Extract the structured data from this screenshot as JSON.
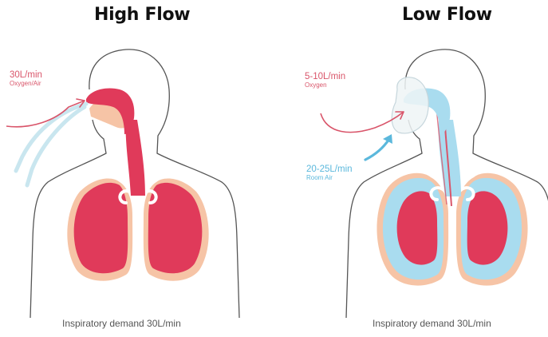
{
  "high_flow": {
    "title": "High Flow",
    "source_rate": "30L/min",
    "source_gas": "Oxygen/Air",
    "caption": "Inspiratory demand 30L/min"
  },
  "low_flow": {
    "title": "Low Flow",
    "source_rate": "5-10L/min",
    "source_gas": "Oxygen",
    "room_rate": "20-25L/min",
    "room_gas": "Room Air",
    "caption": "Inspiratory demand 30L/min"
  },
  "colors": {
    "lung_red": "#e03a5a",
    "lung_border": "#f6c4a6",
    "room_air_blue": "#a9dcef",
    "oxygen_arrow": "#d9556a",
    "room_air_arrow": "#5bb8dc",
    "outline": "#555555"
  }
}
